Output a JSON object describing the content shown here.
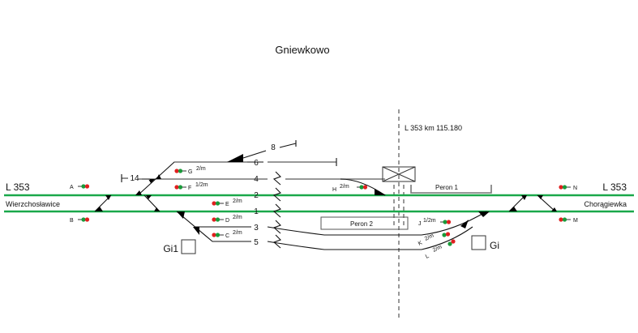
{
  "title": "Gniewkowo",
  "kilometer_label": "L 353  km  115.180",
  "line_left": "L 353",
  "line_right": "L 353",
  "station_left": "Wierzchosławice",
  "station_right": "Chorągiewka",
  "tracks": {
    "t1": "1",
    "t2": "2",
    "t3": "3",
    "t4": "4",
    "t5": "5",
    "t6": "6",
    "t8": "8",
    "t14": "14"
  },
  "platforms": {
    "p1": "Peron 1",
    "p2": "Peron 2"
  },
  "boxes": {
    "gi1": "Gi1",
    "gi": "Gi"
  },
  "signals": {
    "A": {
      "name": "A",
      "speed": ""
    },
    "B": {
      "name": "B",
      "speed": ""
    },
    "C": {
      "name": "C",
      "speed": "2/m"
    },
    "D": {
      "name": "D",
      "speed": "2/m"
    },
    "E": {
      "name": "E",
      "speed": "2/m"
    },
    "F": {
      "name": "F",
      "speed": "1/2m"
    },
    "G": {
      "name": "G",
      "speed": "2/m"
    },
    "H": {
      "name": "H",
      "speed": "2/m"
    },
    "J": {
      "name": "J",
      "speed": "1/2m"
    },
    "K": {
      "name": "K",
      "speed": "2/m"
    },
    "L": {
      "name": "L",
      "speed": "2/m"
    },
    "M": {
      "name": "M",
      "speed": ""
    },
    "N": {
      "name": "N",
      "speed": ""
    }
  },
  "colors": {
    "main_track": "#1aa84a",
    "side_track": "#777777",
    "signal_red": "#e02020",
    "signal_green": "#1a9a3a"
  }
}
